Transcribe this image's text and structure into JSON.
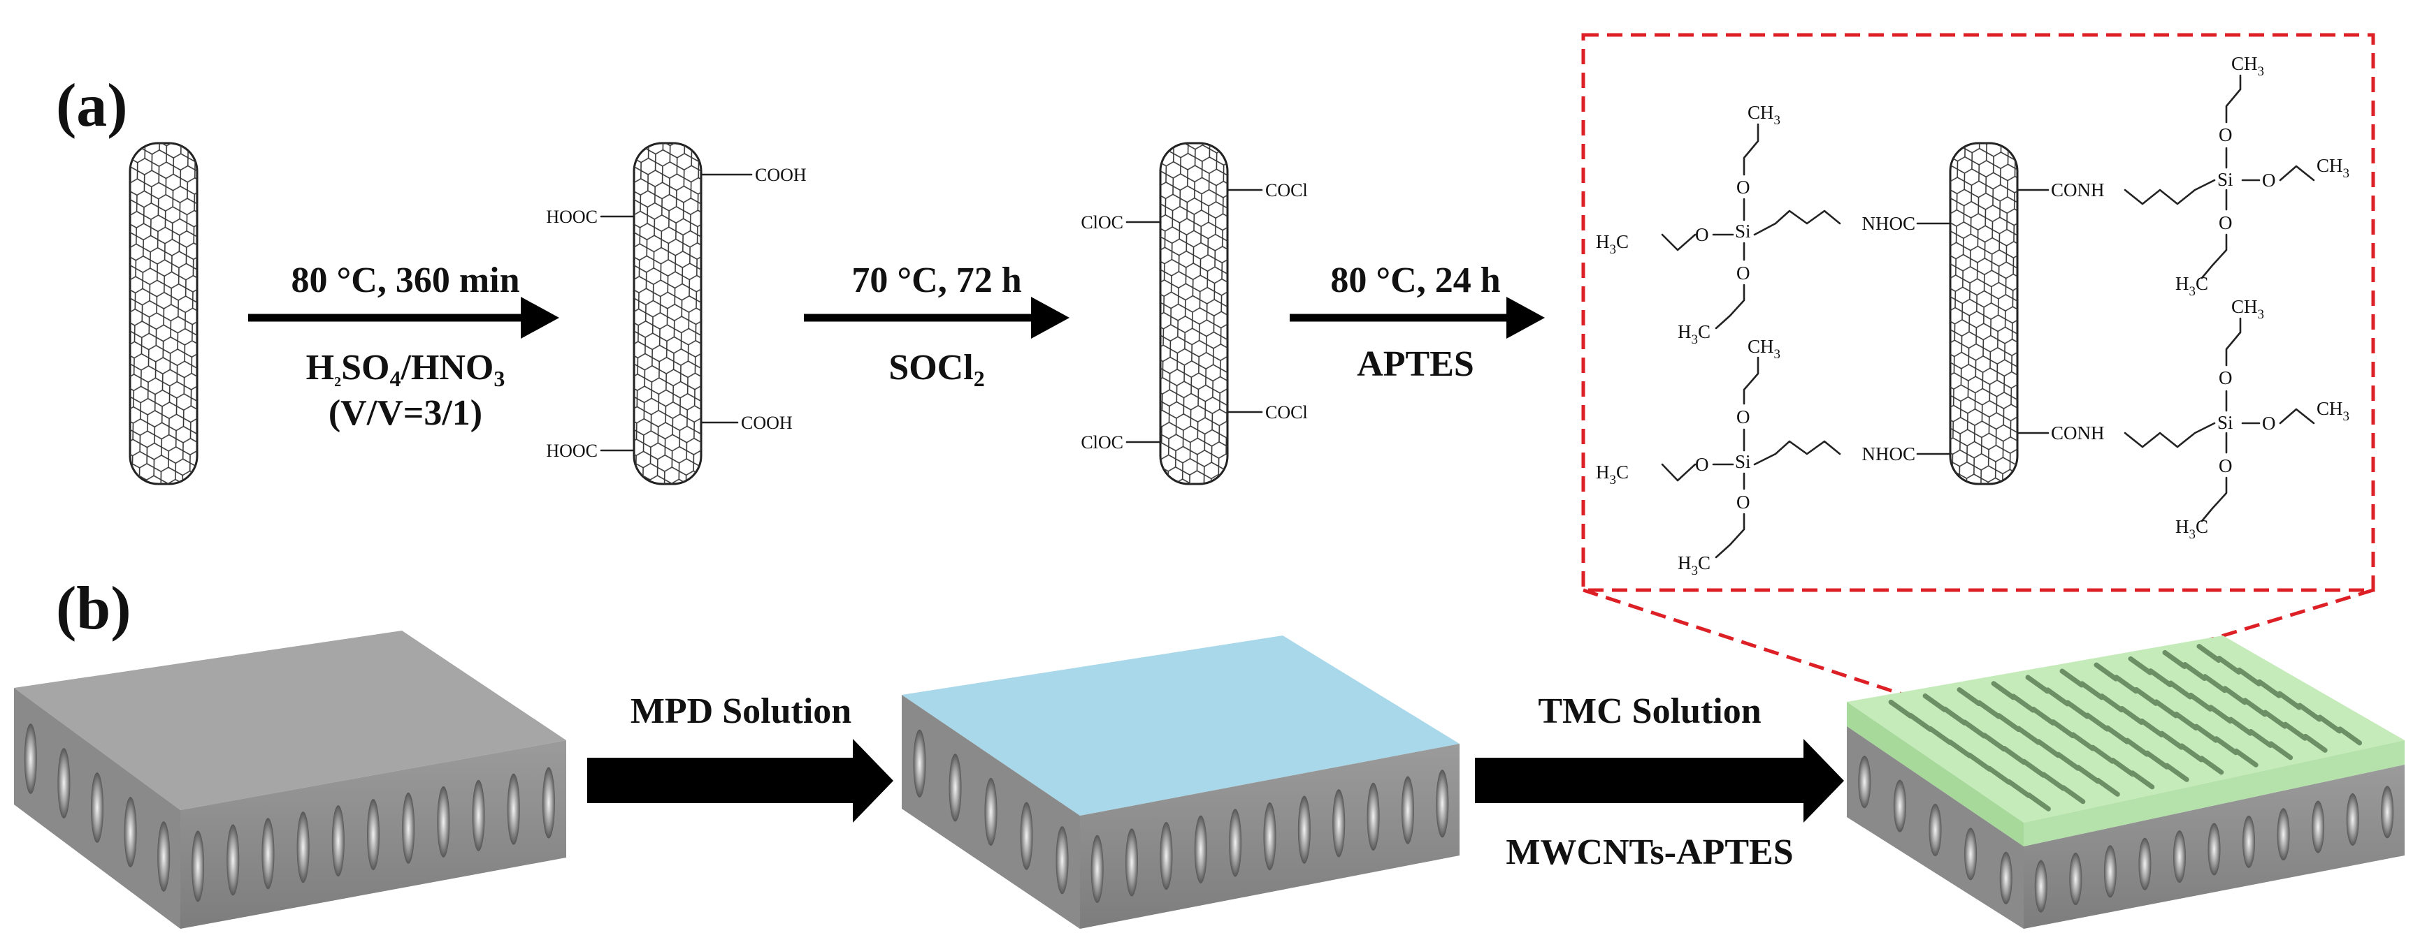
{
  "panel_a": {
    "label": "(a)",
    "steps": [
      {
        "line1": "80 °C, 360 min",
        "line2_main": "H",
        "line2_parts": [
          "H",
          "2",
          "SO",
          "4",
          "/HNO",
          "3"
        ],
        "line3": "(V/V=3/1)"
      },
      {
        "line1": "70 °C, 72 h",
        "line2_parts": [
          "SOCl",
          "2"
        ]
      },
      {
        "line1": "80 °C, 24 h",
        "line2": "APTES"
      }
    ],
    "tube2_groups": {
      "top_right": "COOH",
      "top_left": "HOOC",
      "bottom_right": "COOH",
      "bottom_left": "HOOC"
    },
    "tube3_groups": {
      "top_right": "COCl",
      "top_left": "ClOC",
      "bottom_right": "COCl",
      "bottom_left": "ClOC"
    },
    "inset": {
      "left_link": "NHOC",
      "right_link": "CONH",
      "silicon": "Si",
      "oxygen": "O",
      "methyl_parts": [
        "H",
        "3",
        "C"
      ],
      "methyl_right_parts": [
        "CH",
        "3"
      ]
    }
  },
  "panel_b": {
    "label": "(b)",
    "step1": "MPD Solution",
    "step2_top": "TMC Solution",
    "step2_bottom": "MWCNTs-APTES"
  },
  "colors": {
    "substrate_top": "#a6a6a6",
    "substrate_side": "#8c8c8c",
    "aqueous_layer": "#a9d8ea",
    "pa_layer": "#bfe8b4",
    "inset_border": "#dd1f26",
    "arrow": "#000000"
  }
}
